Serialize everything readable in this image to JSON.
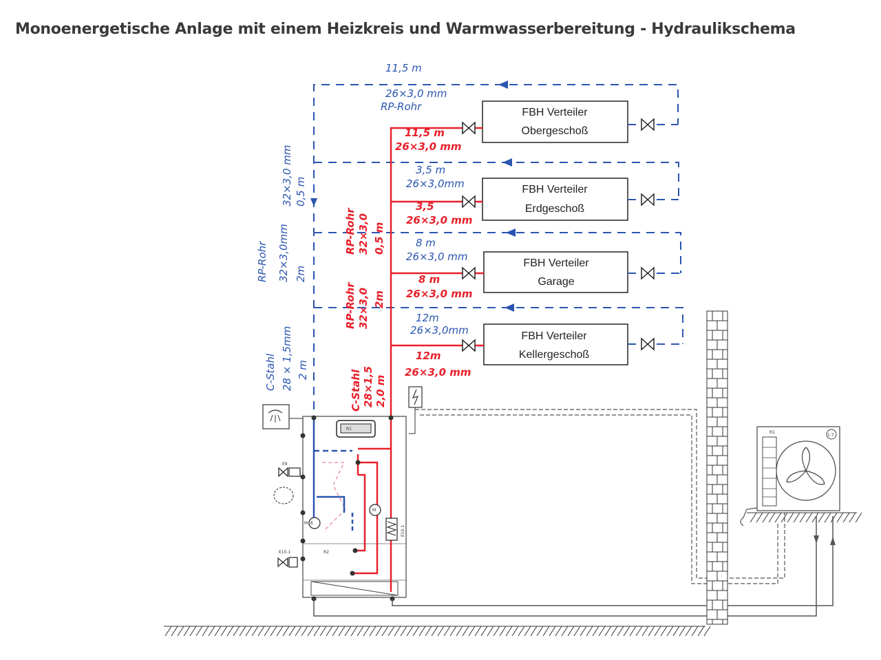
{
  "title": "Monoenergetische Anlage mit einem Heizkreis und Warmwasserbereitung - Hydraulikschema",
  "colors": {
    "supply": "#e8202a",
    "return": "#2a55b0",
    "lines": "#333333"
  },
  "distributors": [
    {
      "line1": "FBH Verteiler",
      "line2": "Obergeschoß"
    },
    {
      "line1": "FBH Verteiler",
      "line2": "Erdgeschoß"
    },
    {
      "line1": "FBH Verteiler",
      "line2": "Garage"
    },
    {
      "line1": "FBH Verteiler",
      "line2": "Kellergeschoß"
    }
  ],
  "return_labels": {
    "og_length": "11,5 m",
    "og_dim": "26×3,0 mm",
    "og_type": "RP-Rohr",
    "eg_length": "3,5 m",
    "eg_dim": "26×3,0mm",
    "ga_length": "8 m",
    "ga_dim": "26×3,0 mm",
    "kg_length": "12m",
    "kg_dim": "26×3,0mm"
  },
  "supply_labels": {
    "og_length": "11,5 m",
    "og_dim": "26×3,0 mm",
    "eg_length": "3,5",
    "eg_dim": "26×3,0 mm",
    "ga_length": "8 m",
    "ga_dim": "26×3,0 mm",
    "kg_length": "12m",
    "kg_dim": "26×3,0 mm"
  },
  "riser_return": {
    "top_dim": "32×3,0 mm",
    "top_len": "0,5 m",
    "mid_type": "RP-Rohr",
    "mid_dim": "32×3,0mm",
    "mid_len": "2m",
    "low_type": "C-Stahl",
    "low_dim": "28 × 1,5mm",
    "low_len": "2 m"
  },
  "riser_supply": {
    "top_type": "RP-Rohr",
    "top_dim": "32×3,0",
    "top_len": "0,5 m",
    "mid_type": "RP-Rohr",
    "mid_dim": "32×3,0",
    "mid_len": "2m",
    "low_type": "C-Stahl",
    "low_dim": "28×1,5",
    "low_len": "2,0 m"
  },
  "component_labels": {
    "r1": "R1",
    "unit_no": "1.7",
    "e9": "E9",
    "m16": "M16",
    "e101": "E10.1",
    "r2": "R2",
    "e101b": "E10.1",
    "controller": "R1"
  }
}
